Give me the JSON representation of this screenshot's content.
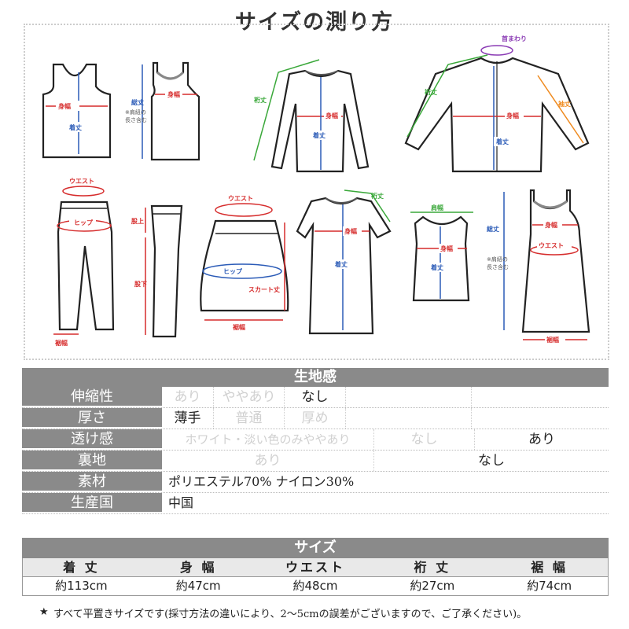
{
  "page": {
    "title": "サイズの測り方"
  },
  "diagram_labels": {
    "mihaba": "身幅",
    "kitake": "着丈",
    "soutake": "総丈",
    "strap_note_1": "※肩紐の",
    "strap_note_2": "長さ含む",
    "yukitake": "裄丈",
    "kubimawari": "首まわり",
    "sodetake": "袖丈",
    "waist": "ウエスト",
    "hip": "ヒップ",
    "matagami": "股上",
    "matashita": "股下",
    "susohaba": "裾幅",
    "skirt_take": "スカート丈",
    "katahaba": "肩幅"
  },
  "colors": {
    "red": "#d62c2c",
    "blue": "#2b5bb7",
    "green": "#3aa83a",
    "orange": "#ef8a1e",
    "purple": "#8a3ab4",
    "header_gray": "#8a8a8a"
  },
  "fabric": {
    "header": "生地感",
    "rows": [
      {
        "label": "伸縮性",
        "cells": [
          "あり",
          "ややあり",
          "なし",
          "",
          ""
        ],
        "selected": 2
      },
      {
        "label": "厚さ",
        "cells": [
          "薄手",
          "普通",
          "厚め",
          "",
          ""
        ],
        "selected": 0
      },
      {
        "label": "透け感",
        "cells": [
          "ホワイト・淡い色のみややあり",
          "なし",
          "あり"
        ],
        "selected": 2
      },
      {
        "label": "裏地",
        "cells": [
          "あり",
          "なし"
        ],
        "selected": 1
      },
      {
        "label": "素材",
        "value": "ポリエステル70% ナイロン30%"
      },
      {
        "label": "生産国",
        "value": "中国"
      }
    ]
  },
  "size": {
    "header": "サイズ",
    "columns": [
      "着 丈",
      "身 幅",
      "ウエスト",
      "裄 丈",
      "裾 幅"
    ],
    "values": [
      "約113cm",
      "約47cm",
      "約48cm",
      "約27cm",
      "約74cm"
    ]
  },
  "footer": {
    "mark": "★",
    "text": "すべて平置きサイズです(採寸方法の違いにより、2～5cmの誤差がございますので、ご了承ください)。"
  }
}
